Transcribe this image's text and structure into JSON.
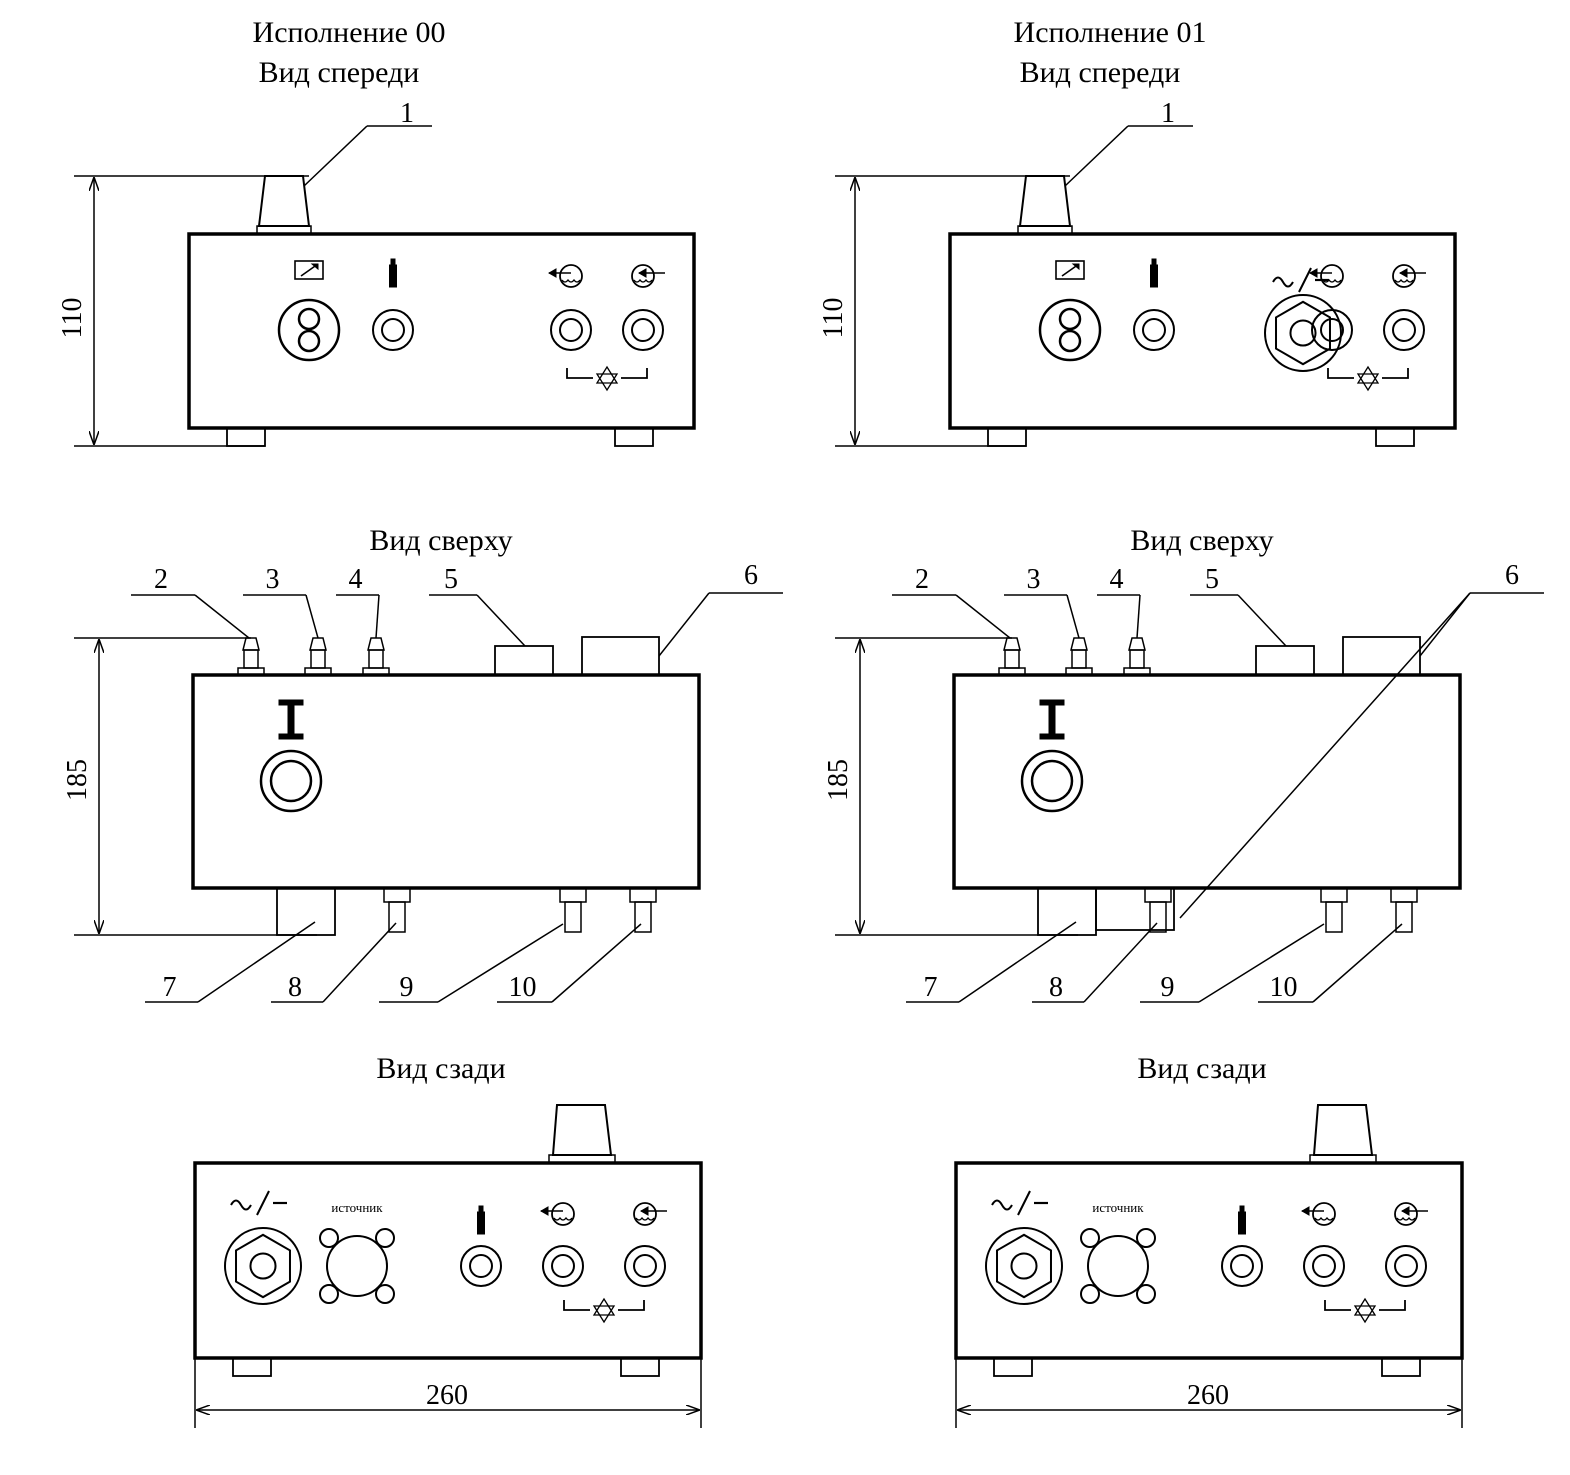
{
  "variants": [
    {
      "title": "Исполнение 00",
      "front_title": "Вид спереди",
      "top_title": "Вид сверху",
      "rear_title": "Вид сзади",
      "front_callouts": [
        "1"
      ],
      "top_callouts": [
        "2",
        "3",
        "4",
        "5",
        "6",
        "7",
        "8",
        "9",
        "10"
      ],
      "height_dim": "110",
      "depth_dim": "185",
      "width_dim": "260",
      "rear_source_label": "источник",
      "front_has_power_connector": false,
      "top_has_lower_block": false
    },
    {
      "title": "Исполнение 01",
      "front_title": "Вид спереди",
      "top_title": "Вид сверху",
      "rear_title": "Вид сзади",
      "front_callouts": [
        "1"
      ],
      "top_callouts": [
        "2",
        "3",
        "4",
        "5",
        "6",
        "7",
        "8",
        "9",
        "10"
      ],
      "height_dim": "110",
      "depth_dim": "185",
      "width_dim": "260",
      "rear_source_label": "источник",
      "front_has_power_connector": true,
      "top_has_lower_block": true
    }
  ]
}
